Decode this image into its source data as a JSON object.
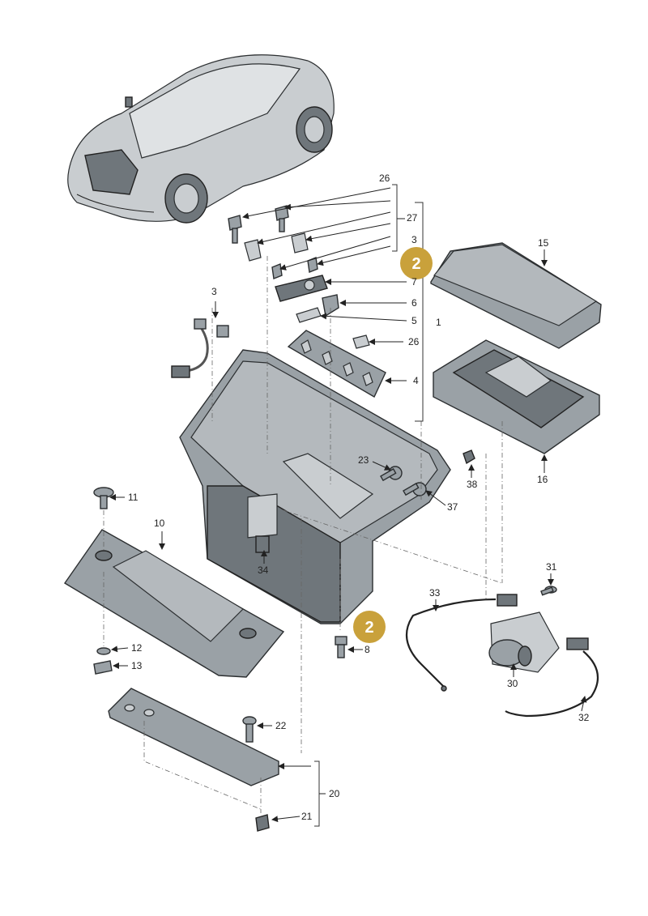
{
  "badges": [
    "2",
    "2"
  ],
  "labels": {
    "l26a": "26",
    "l27": "27",
    "l3a": "3",
    "l7": "7",
    "l6": "6",
    "l5": "5",
    "l1": "1",
    "l26b": "26",
    "l4": "4",
    "l15": "15",
    "l3b": "3",
    "l16": "16",
    "l38": "38",
    "l23": "23",
    "l37": "37",
    "l11": "11",
    "l10": "10",
    "l34": "34",
    "l8": "8",
    "l12": "12",
    "l13": "13",
    "l31": "31",
    "l33": "33",
    "l30": "30",
    "l32": "32",
    "l22": "22",
    "l20": "20",
    "l21": "21"
  },
  "colors": {
    "badge": "#c9a13b",
    "part": "#9aa1a6",
    "part_dark": "#6f767b"
  }
}
